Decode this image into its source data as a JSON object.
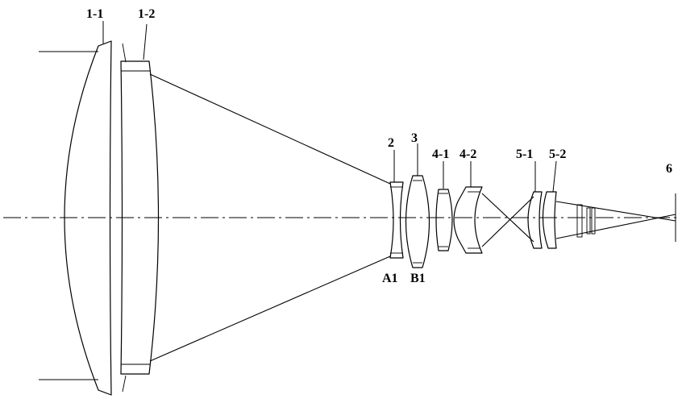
{
  "labels": {
    "l_1_1": "1-1",
    "l_1_2": "1-2",
    "l_2": "2",
    "l_3": "3",
    "l_4_1": "4-1",
    "l_4_2": "4-2",
    "l_5_1": "5-1",
    "l_5_2": "5-2",
    "l_6": "6",
    "l_A1": "A1",
    "l_B1": "B1"
  }
}
